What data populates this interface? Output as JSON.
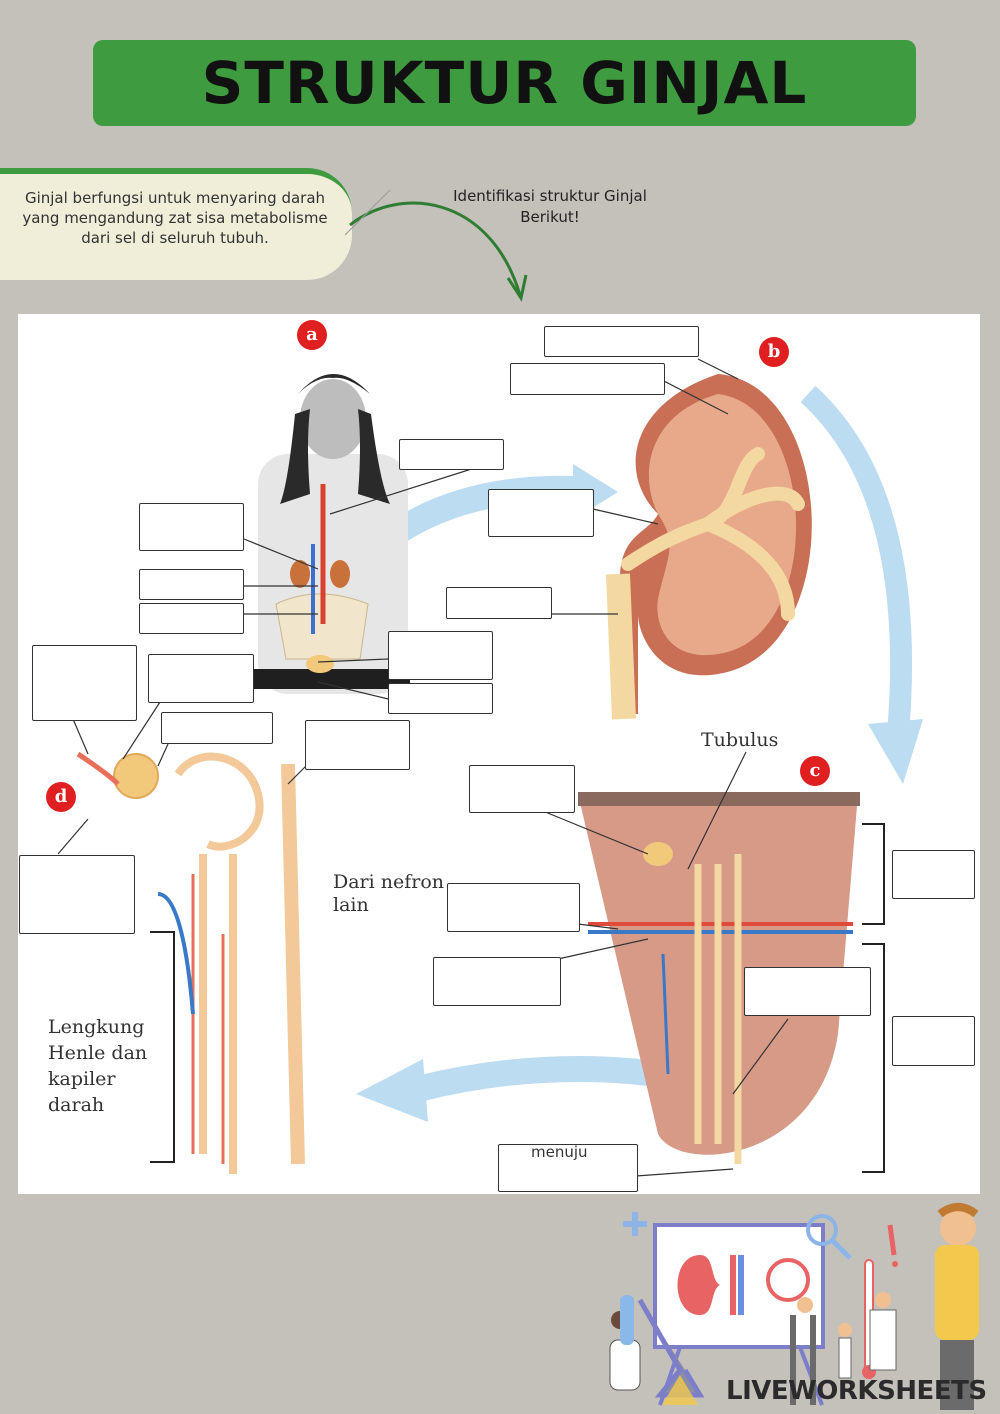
{
  "header": {
    "title": "STRUKTUR GINJAL"
  },
  "intro": {
    "text": "Ginjal berfungsi untuk menyaring darah yang mengandung zat sisa metabolisme dari sel di seluruh tubuh."
  },
  "instruction": {
    "text": "Identifikasi struktur Ginjal Berikut!"
  },
  "diagram": {
    "badges": [
      "a",
      "b",
      "c",
      "d"
    ],
    "labels": {
      "tubulus": "Tubulus",
      "dari_nefron": "Dari nefron lain",
      "lengkung_henle": "Lengkung Henle dan kapiler darah",
      "menuju": "menuju"
    }
  },
  "footer": {
    "watermark": "LIVEWORKSHEETS"
  },
  "colors": {
    "title_green": "#3f9b3f",
    "background": "#c4c1bb",
    "badge_red": "#e02020"
  }
}
